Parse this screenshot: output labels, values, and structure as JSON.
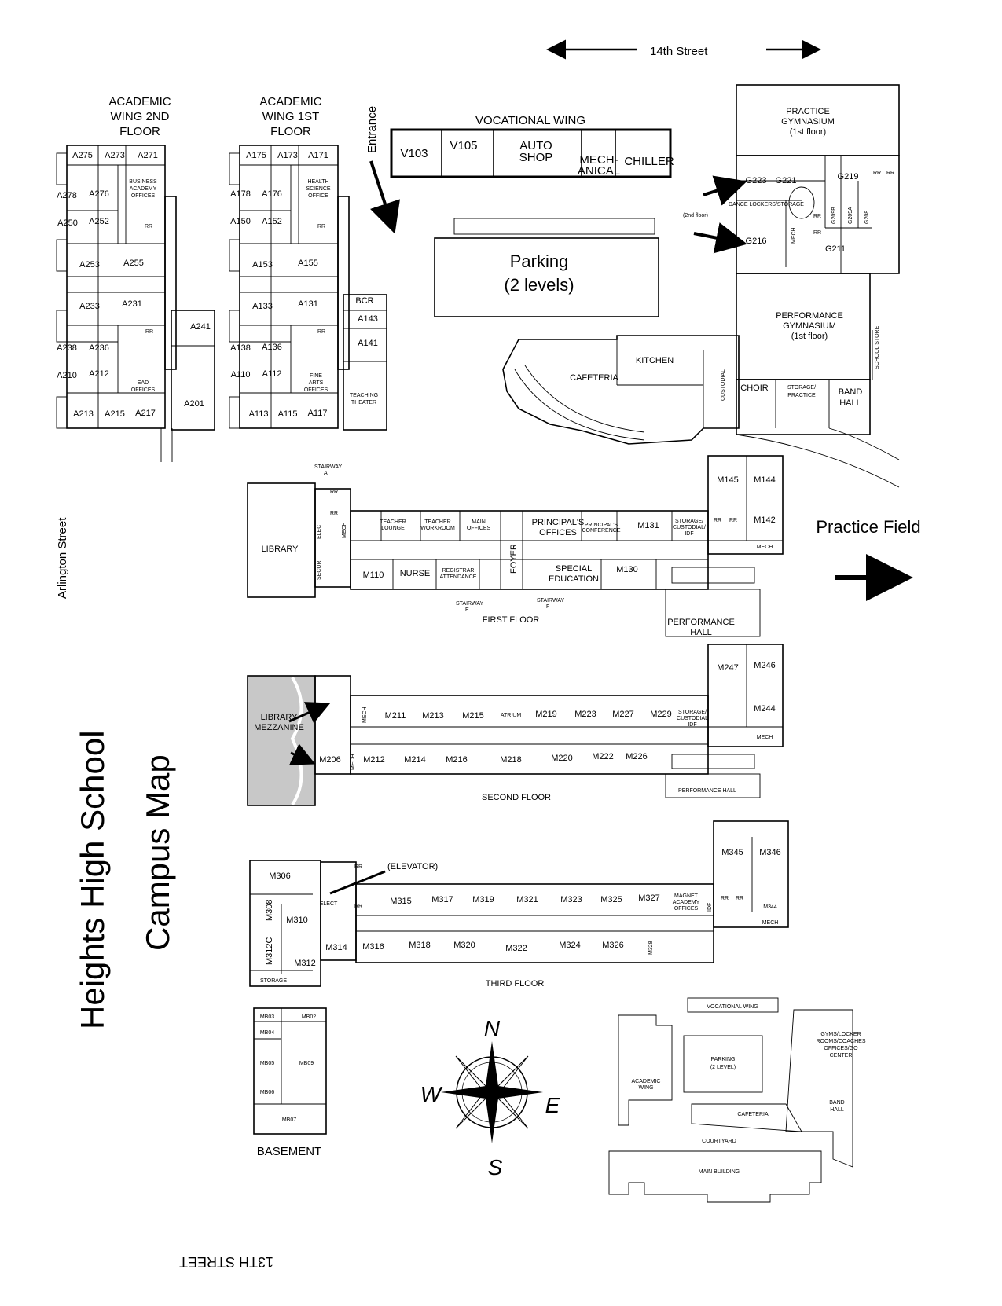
{
  "streets": {
    "north": "14th Street",
    "south": "13TH STREET",
    "west": "Arlington Street"
  },
  "title": {
    "line1": "Heights High School",
    "line2": "Campus Map"
  },
  "labels": {
    "entrance": "Entrance",
    "practice_field": "Practice Field",
    "parking": "Parking",
    "parking_levels": "(2 levels)",
    "second_floor_gym": "(2nd floor)",
    "elevator": "(ELEVATOR)"
  },
  "academic_wing_2nd": {
    "title": [
      "ACADEMIC",
      "WING 2ND",
      "FLOOR"
    ],
    "rooms": [
      "A275",
      "A273",
      "A271",
      "A278",
      "A276",
      "A250",
      "A252",
      "A253",
      "A255",
      "A233",
      "A231",
      "A238",
      "A236",
      "A210",
      "A212",
      "A213",
      "A215",
      "A217",
      "A241",
      "A201",
      "RR",
      "RR"
    ],
    "offices": [
      [
        "BUSINESS",
        "ACADEMY",
        "OFFICES"
      ],
      [
        "EAD",
        "OFFICES"
      ]
    ]
  },
  "academic_wing_1st": {
    "title": [
      "ACADEMIC",
      "WING 1ST",
      "FLOOR"
    ],
    "rooms": [
      "A175",
      "A173",
      "A171",
      "A178",
      "A176",
      "A150",
      "A152",
      "A153",
      "A155",
      "A133",
      "A131",
      "A138",
      "A136",
      "A110",
      "A112",
      "A113",
      "A115",
      "A117",
      "BCR",
      "A143",
      "A141",
      "RR",
      "RR"
    ],
    "offices": [
      [
        "HEALTH",
        "SCIENCE",
        "OFFICE"
      ],
      [
        "FINE",
        "ARTS",
        "OFFICES"
      ],
      [
        "TEACHING",
        "THEATER"
      ]
    ]
  },
  "vocational_wing": {
    "title": "VOCATIONAL WING",
    "rooms": [
      "V103",
      "V105"
    ],
    "auto_shop": [
      "AUTO",
      "SHOP"
    ],
    "mechanical": [
      "MECH-",
      "ANICAL"
    ],
    "chiller": "CHILLER"
  },
  "gym_complex": {
    "practice_gym": [
      "PRACTICE",
      "GYMNASIUM",
      "(1st floor)"
    ],
    "performance_gym": [
      "PERFORMANCE",
      "GYMNASIUM",
      "(1st floor)"
    ],
    "rooms": [
      "G223",
      "G221",
      "G219",
      "G216",
      "G211",
      "G209B",
      "G209A",
      "G208",
      "RR",
      "RR",
      "RR",
      "RR",
      "MECH"
    ],
    "dance": "DANCE LOCKERS/STORAGE",
    "school_store": "SCHOOL STORE",
    "choir": "CHOIR",
    "storage_practice": [
      "STORAGE/",
      "PRACTICE"
    ],
    "band_hall": [
      "BAND",
      "HALL"
    ]
  },
  "cafeteria": {
    "name": "CAFETERIA",
    "kitchen": "KITCHEN",
    "custodial": "CUSTODIAL"
  },
  "first_floor": {
    "title": "FIRST FLOOR",
    "library": "LIBRARY",
    "stairways": [
      "STAIRWAY",
      "A",
      "STAIRWAY",
      "E",
      "STAIRWAY",
      "F"
    ],
    "north_rooms": [
      "TEACHER",
      "LOUNGE",
      "TEACHER",
      "WORKROOM",
      "MAIN",
      "OFFICES",
      "PRINCIPAL'S",
      "OFFICES",
      "PRINCIPAL'S",
      "CONFERENCE",
      "M131",
      "STORAGE/",
      "CUSTODIAL/",
      "IDF"
    ],
    "south_rooms": [
      "M110",
      "NURSE",
      "REGISTRAR",
      "ATTENDANCE",
      "SPECIAL",
      "EDUCATION",
      "M130"
    ],
    "foyer": "FOYER",
    "east_rooms": [
      "M145",
      "M144",
      "M142",
      "RR",
      "RR",
      "MECH"
    ],
    "misc": [
      "ELECT",
      "MECH",
      "SECUR",
      "RR",
      "RR"
    ],
    "performance_hall": [
      "PERFORMANCE",
      "HALL"
    ]
  },
  "second_floor": {
    "title": "SECOND FLOOR",
    "library_mezzanine": [
      "LIBRARY",
      "MEZZANINE"
    ],
    "north_rooms": [
      "M211",
      "M213",
      "M215",
      "ATRIUM",
      "M219",
      "M223",
      "M227",
      "M229",
      "STORAGE/",
      "CUSTODIAL",
      "IDF"
    ],
    "south_rooms": [
      "M206",
      "M212",
      "M214",
      "M216",
      "M218",
      "M220",
      "M222",
      "M226"
    ],
    "east_rooms": [
      "M247",
      "M246",
      "M244",
      "MECH"
    ],
    "misc": [
      "MECH",
      "MECH"
    ],
    "performance_hall": "PERFORMANCE HALL"
  },
  "third_floor": {
    "title": "THIRD FLOOR",
    "west_rooms": [
      "M306",
      "M308",
      "M310",
      "M312C",
      "M312",
      "STORAGE",
      "ELECT",
      "RR",
      "RR"
    ],
    "north_rooms": [
      "M315",
      "M317",
      "M319",
      "M321",
      "M323",
      "M325",
      "M327",
      "MAGNET",
      "ACADEMY",
      "OFFICES",
      "IDF"
    ],
    "south_rooms": [
      "M314",
      "M316",
      "M318",
      "M320",
      "M322",
      "M324",
      "M326",
      "M328"
    ],
    "east_rooms": [
      "M345",
      "M346",
      "M344",
      "MECH",
      "RR",
      "RR"
    ]
  },
  "basement": {
    "title": "BASEMENT",
    "rooms": [
      "MB03",
      "MB02",
      "MB04",
      "MB05",
      "MB09",
      "MB06",
      "MB07"
    ]
  },
  "compass": {
    "n": "N",
    "e": "E",
    "s": "S",
    "w": "W"
  },
  "overview": {
    "vocational": "VOCATIONAL WING",
    "academic": [
      "ACADEMIC",
      "WING"
    ],
    "parking": [
      "PARKING",
      "(2 LEVEL)"
    ],
    "gyms": [
      "GYMS/LOCKER",
      "ROOMS/COACHES",
      "OFFICES/GO",
      "CENTER"
    ],
    "band": [
      "BAND",
      "HALL"
    ],
    "cafeteria": "CAFETERIA",
    "courtyard": "COURTYARD",
    "main": "MAIN BUILDING"
  }
}
